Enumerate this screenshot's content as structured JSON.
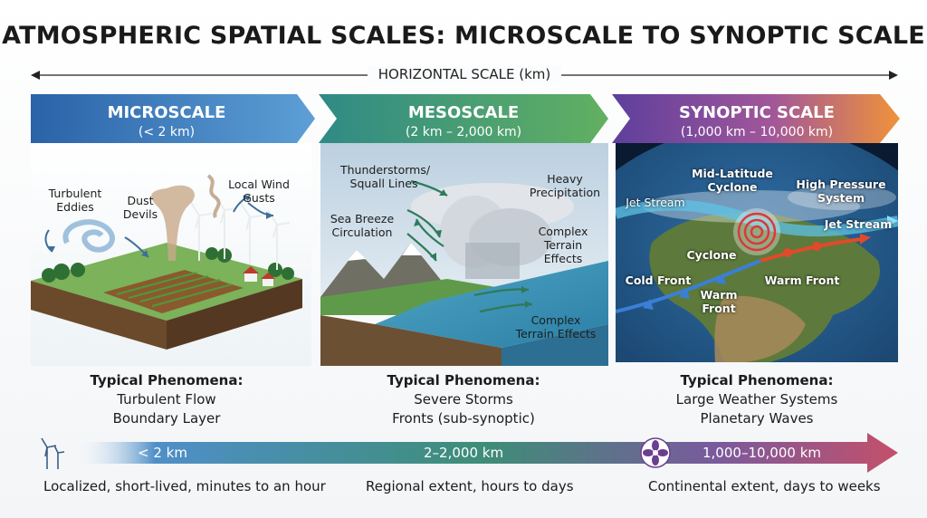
{
  "title": "ATMOSPHERIC SPATIAL SCALES: MICROSCALE TO SYNOPTIC SCALE",
  "axis_label": "HORIZONTAL SCALE (km)",
  "colors": {
    "micro": "#2f73b6",
    "meso": "#3e9a6a",
    "synoptic_start": "#6a4aa0",
    "synoptic_end": "#ec8a3c"
  },
  "scales": [
    {
      "name": "MICROSCALE",
      "range": "(< 2 km)",
      "labels": [
        "Turbulent Eddies",
        "Dust Devils",
        "Local Wind Gusts"
      ],
      "phenomena_title": "Typical Phenomena:",
      "phenomena": [
        "Turbulent Flow",
        "Boundary Layer"
      ],
      "bar_label": "< 2 km",
      "description": "Localized, short-lived, minutes to an hour",
      "icon": "wind-turbine-icon"
    },
    {
      "name": "MESOSCALE",
      "range": "(2 km – 2,000 km)",
      "labels": [
        "Thunderstorms/ Squall Lines",
        "Heavy Precipitation",
        "Sea Breeze Circulation",
        "Complex Terrain Effects",
        "Complex Terrain Effects"
      ],
      "phenomena_title": "Typical Phenomena:",
      "phenomena": [
        "Severe Storms",
        "Fronts (sub-synoptic)"
      ],
      "bar_label": "2–2,000 km",
      "description": "Regional extent, hours to days"
    },
    {
      "name": "SYNOPTIC SCALE",
      "range": "(1,000 km – 10,000 km)",
      "labels": [
        "Mid-Latitude Cyclone",
        "High Pressure System",
        "Jet Stream",
        "Jet Stream",
        "Cyclone",
        "Cold Front",
        "Warm Front",
        "Warm Front"
      ],
      "phenomena_title": "Typical Phenomena:",
      "phenomena": [
        "Large Weather Systems",
        "Planetary Waves"
      ],
      "bar_label": "1,000–10,000 km",
      "description": "Continental extent, days to weeks",
      "icon": "low-pressure-icon"
    }
  ]
}
